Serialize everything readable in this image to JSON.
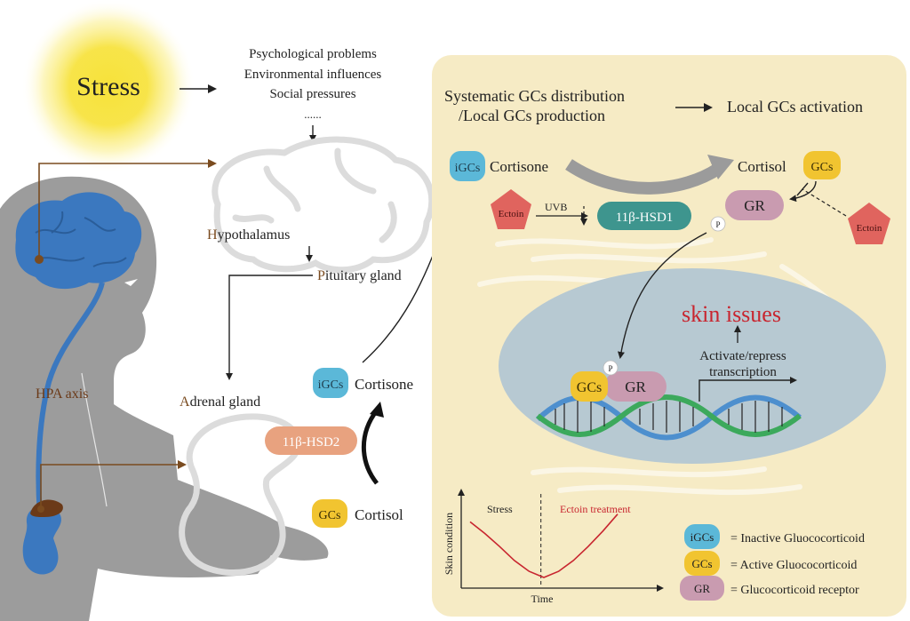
{
  "stress": {
    "label": "Stress",
    "causes": [
      "Psychological problems",
      "Environmental influences",
      "Social pressures"
    ],
    "ellipsis": "......"
  },
  "hpa": {
    "axis_label": "HPA axis",
    "hypothalamus_initial": "H",
    "hypothalamus_rest": "ypothalamus",
    "pituitary_initial": "P",
    "pituitary_rest": "ituitary gland",
    "adrenal_initial": "A",
    "adrenal_rest": "drenal gland"
  },
  "left_pathway": {
    "enzyme": "11β-HSD2",
    "igcs_badge": "iGCs",
    "igcs_label": "Cortisone",
    "gcs_badge": "GCs",
    "gcs_label": "Cortisol"
  },
  "panel": {
    "header_left_line1": "Systematic GCs distribution",
    "header_left_line2": "/Local GCs production",
    "header_right": "Local GCs activation",
    "igcs_badge": "iGCs",
    "cortisone_label": "Cortisone",
    "cortisol_label": "Cortisol",
    "gcs_badge": "GCs",
    "ectoin_left": "Ectoin",
    "ectoin_right": "Ectoin",
    "uvb_label": "UVB",
    "enzyme": "11β-HSD1",
    "gr_label": "GR",
    "phospho": "P",
    "skin_issues": "skin issues",
    "transcription_line1": "Activate/repress",
    "transcription_line2": "transcription",
    "nucleus_gcs": "GCs",
    "nucleus_gr": "GR",
    "nucleus_phospho": "P"
  },
  "chart_data": {
    "type": "line",
    "ylabel": "Skin condition",
    "xlabel": "Time",
    "annotations": [
      "Stress",
      "Ectoin treatment"
    ],
    "x": [
      0,
      1,
      2,
      3,
      4,
      5,
      6,
      7,
      8,
      9,
      10
    ],
    "series": [
      {
        "values": [
          8.0,
          6.5,
          4.8,
          3.0,
          1.6,
          0.8,
          1.6,
          3.0,
          4.8,
          6.8,
          9.0
        ]
      }
    ],
    "divider_x": 4.8,
    "xlim": [
      0,
      10
    ],
    "ylim": [
      0,
      10
    ]
  },
  "legend": [
    {
      "badge": "iGCs",
      "text": "= Inactive Gluococorticoid",
      "color": "#5BB8D8"
    },
    {
      "badge": "GCs",
      "text": "= Active Gluococorticoid",
      "color": "#F1C430"
    },
    {
      "badge": "GR",
      "text": "= Glucocorticoid receptor",
      "color": "#C99BB0"
    }
  ],
  "colors": {
    "panel": "#F6EBC5",
    "igcs": "#5BB8D8",
    "gcs": "#F1C430",
    "gr": "#C99BB0",
    "hsd1": "#3E958E",
    "hsd2": "#E8A27F",
    "ectoin": "#E0645E",
    "skin_issues": "#C8252F",
    "silhouette": "#9C9C9C",
    "brain": "#3B78BF",
    "hpa_brown": "#7A4B1F"
  }
}
